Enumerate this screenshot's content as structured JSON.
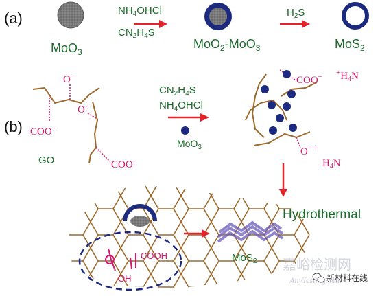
{
  "panel_a": {
    "label": "(a)",
    "moo3": "MoO",
    "moo3_sub": "3",
    "reagent1": "NH",
    "reagent1_sub": "4",
    "reagent1_tail": "OHCl",
    "reagent2": "CN",
    "reagent2_sub1": "2",
    "reagent2_mid": "H",
    "reagent2_sub2": "4",
    "reagent2_tail": "S",
    "moo2_moo3_a": "MoO",
    "moo2_moo3_sub1": "2",
    "moo2_moo3_b": "-MoO",
    "moo2_moo3_sub2": "3",
    "h2s": "H",
    "h2s_sub": "2",
    "h2s_tail": "S",
    "mos2": "MoS",
    "mos2_sub": "2"
  },
  "panel_b": {
    "label": "(b)",
    "o_minus": "O",
    "minus": "−",
    "coo_minus": "COO",
    "go": "GO",
    "reagent1": "CN",
    "reagent1_sub1": "2",
    "reagent1_mid": "H",
    "reagent1_sub2": "4",
    "reagent1_tail": "S",
    "reagent2": "NH",
    "reagent2_sub": "4",
    "reagent2_tail": "OHCl",
    "moo3": "MoO",
    "moo3_sub": "3",
    "nh4_plus": "+",
    "nh4": "H",
    "nh4_sub": "4",
    "nh4_n": "N",
    "hydrothermal": "Hydrothermal",
    "oh": "OH",
    "cooh": "COOH",
    "mos2": "MoS",
    "mos2_sub": "2"
  },
  "watermark": {
    "site_cn": "嘉峪检测网",
    "site_en": "AnyTesting.com",
    "account": "新材料在线"
  },
  "colors": {
    "green_text": "#1d6b2c",
    "arrow_red": "#e0242a",
    "navy": "#1c2a80",
    "brown": "#9b6a2e",
    "magenta": "#d6186e",
    "purple": "#6b5bb8"
  }
}
